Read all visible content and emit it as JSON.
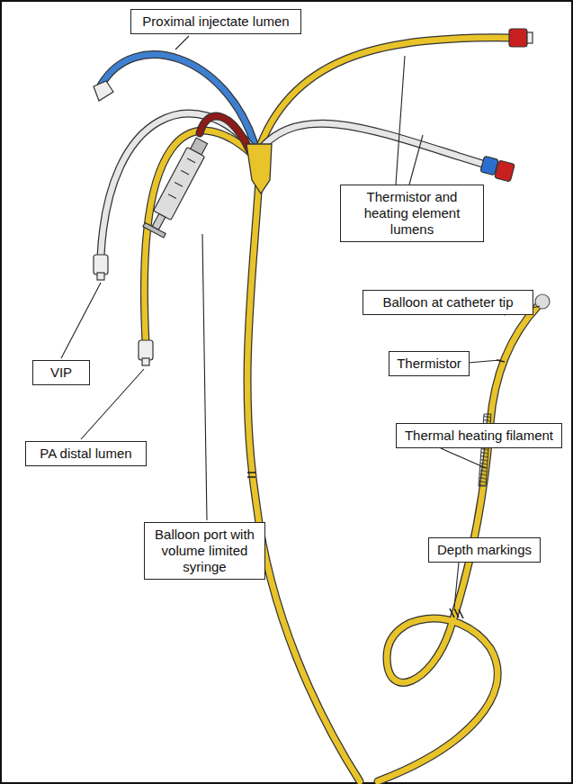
{
  "diagram": {
    "nodes": [
      {
        "text": [
          "Proximal injectate lumen"
        ]
      },
      {
        "text": [
          "Thermistor and heating element lumens"
        ]
      },
      {
        "text": [
          "Balloon at catheter tip"
        ]
      },
      {
        "text": [
          "VIP"
        ]
      },
      {
        "text": [
          "Thermistor"
        ]
      },
      {
        "text": [
          "Thermal heating filament"
        ]
      },
      {
        "text": [
          "PA distal lumen"
        ]
      },
      {
        "text": [
          "Balloon port with volume limited syringe"
        ]
      },
      {
        "text": [
          "Depth markings"
        ]
      }
    ]
  }
}
